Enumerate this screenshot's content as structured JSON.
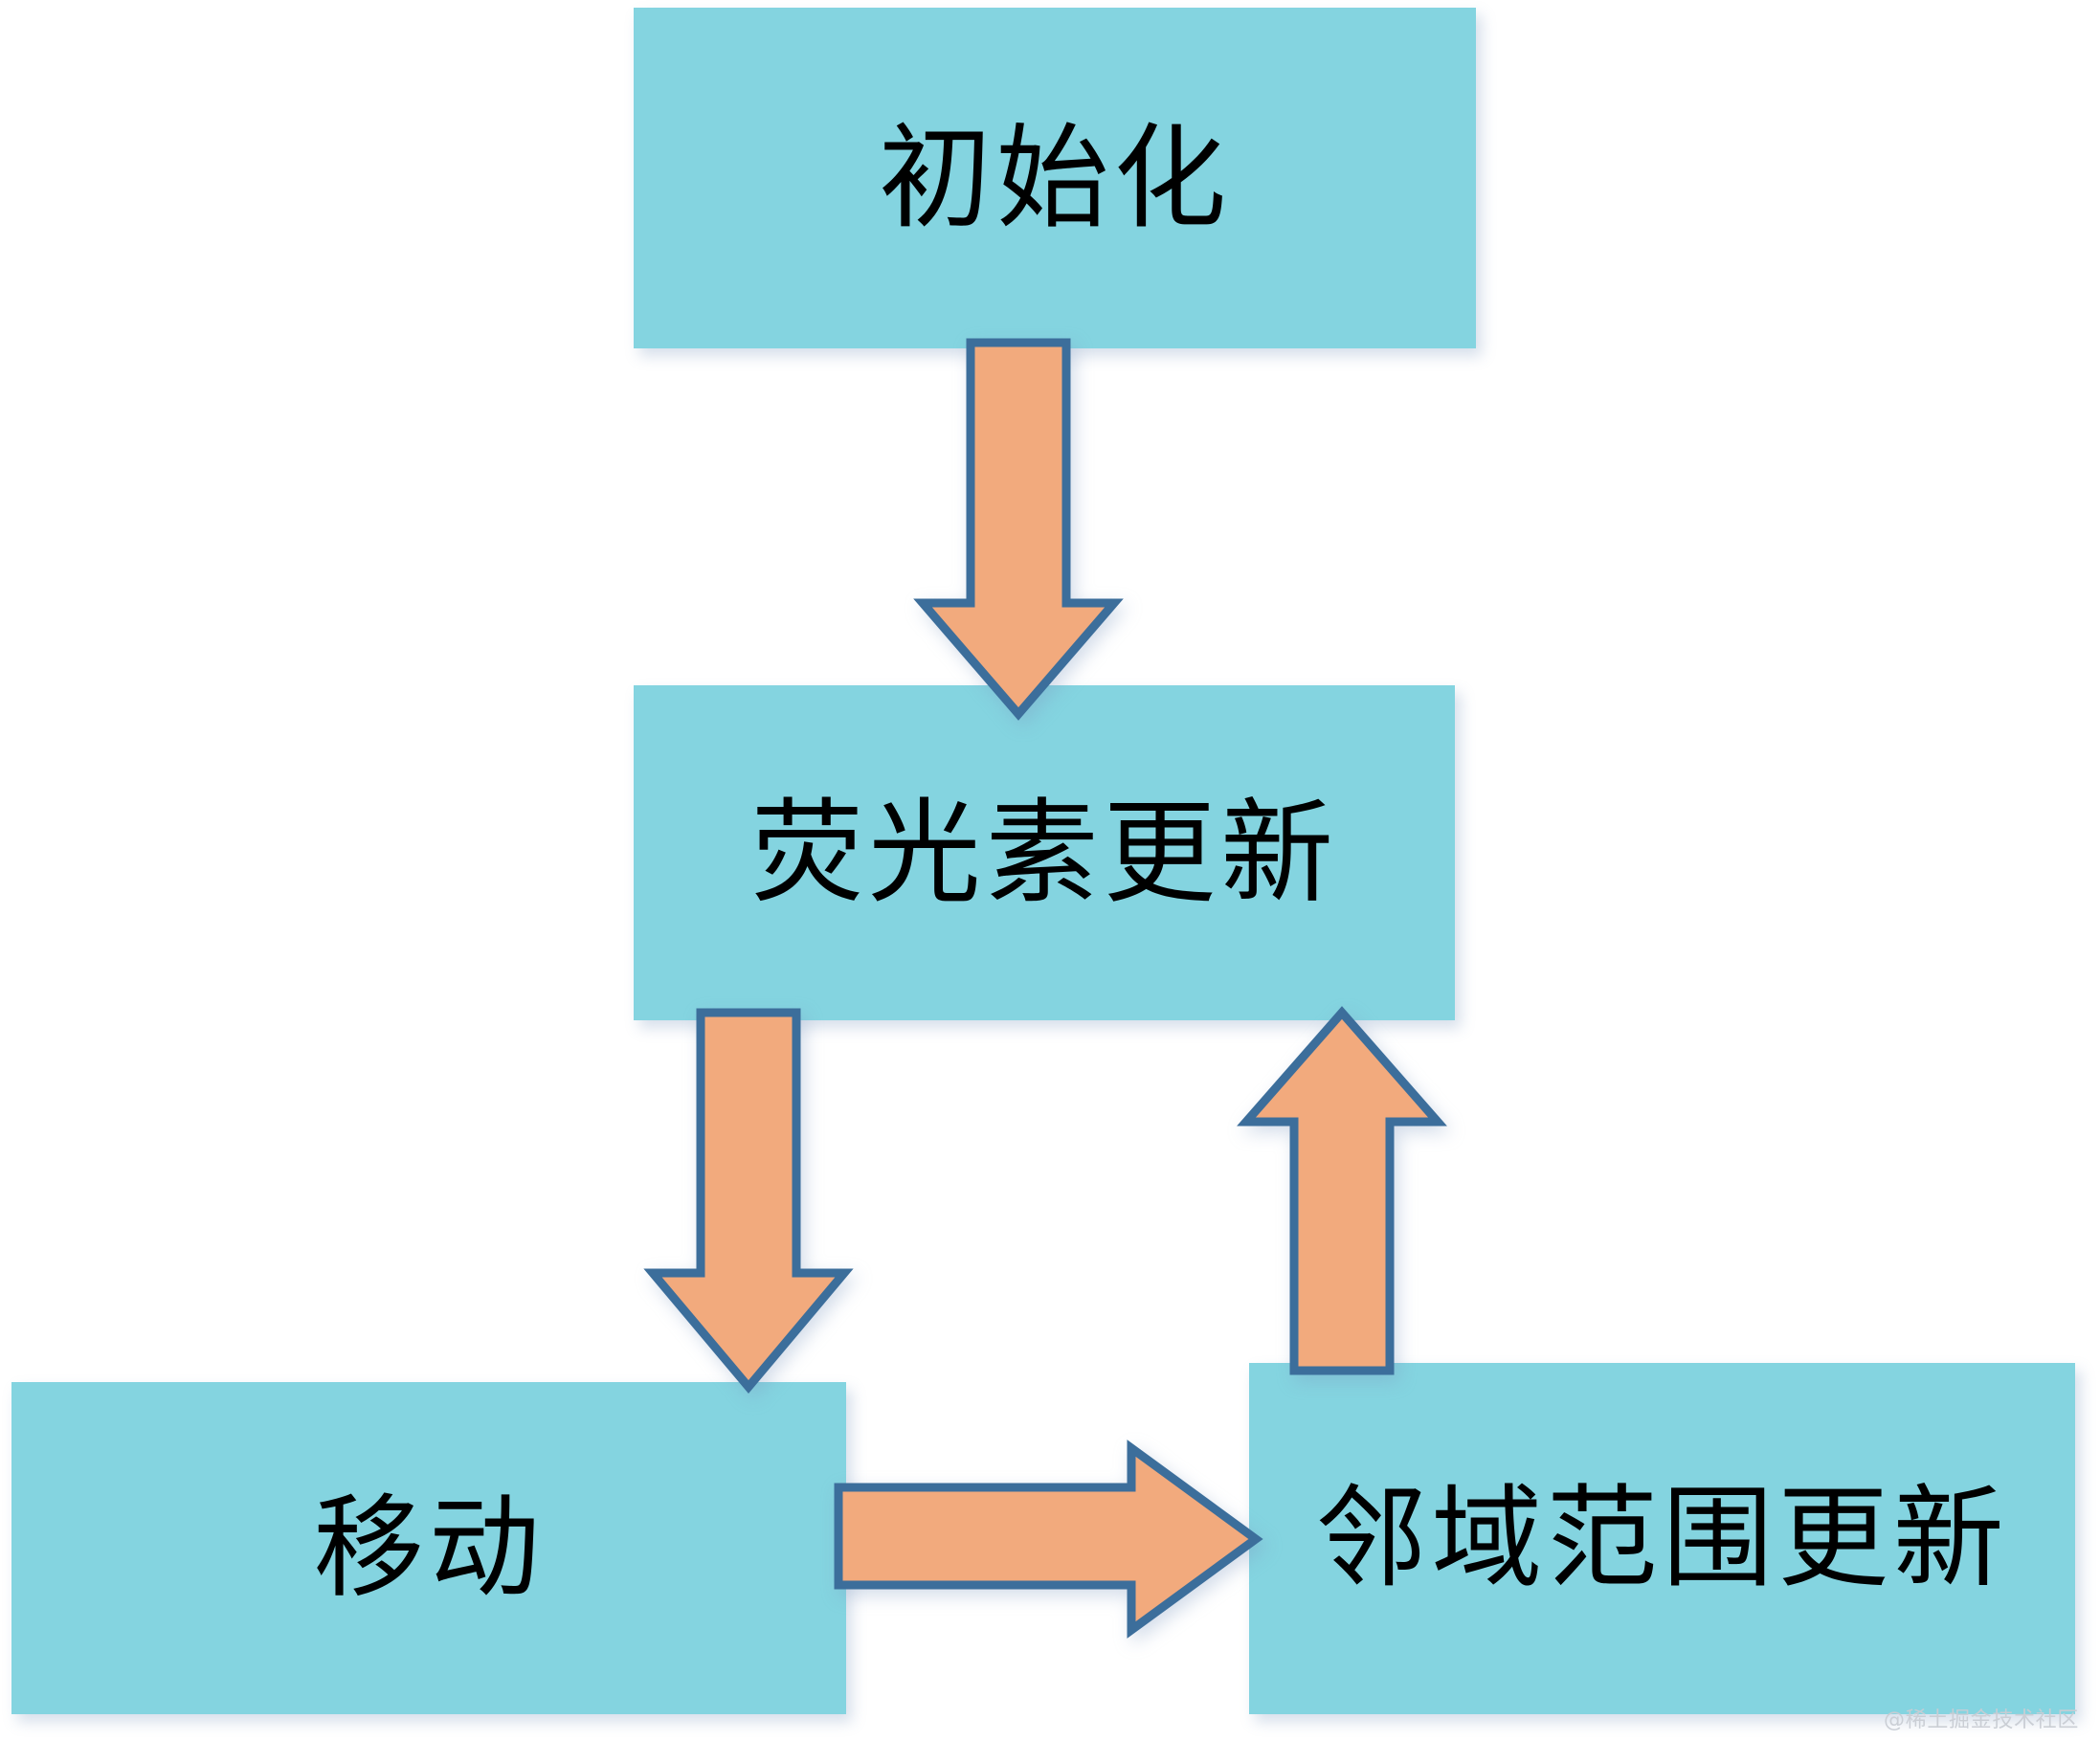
{
  "diagram": {
    "title": "",
    "background_color": "#FFFFFF",
    "node_fill_color": "#84D4E0",
    "arrow_fill_color": "#F2AA7D",
    "arrow_border_color": "#3C6E9B",
    "text_color": "#000000",
    "nodes": [
      {
        "id": "init",
        "label": "初始化"
      },
      {
        "id": "luciferin",
        "label": "荧光素更新"
      },
      {
        "id": "move",
        "label": "移动"
      },
      {
        "id": "neighbor",
        "label": "邻域范围更新"
      }
    ],
    "edges": [
      {
        "id": "init-to-luciferin",
        "from": "初始化",
        "to": "荧光素更新",
        "direction": "down"
      },
      {
        "id": "luciferin-to-move",
        "from": "荧光素更新",
        "to": "移动",
        "direction": "down"
      },
      {
        "id": "move-to-neighbor",
        "from": "移动",
        "to": "邻域范围更新",
        "direction": "right"
      },
      {
        "id": "neighbor-to-luciferin",
        "from": "邻域范围更新",
        "to": "荧光素更新",
        "direction": "up"
      }
    ]
  },
  "watermark": {
    "text": "@稀土掘金技术社区"
  }
}
